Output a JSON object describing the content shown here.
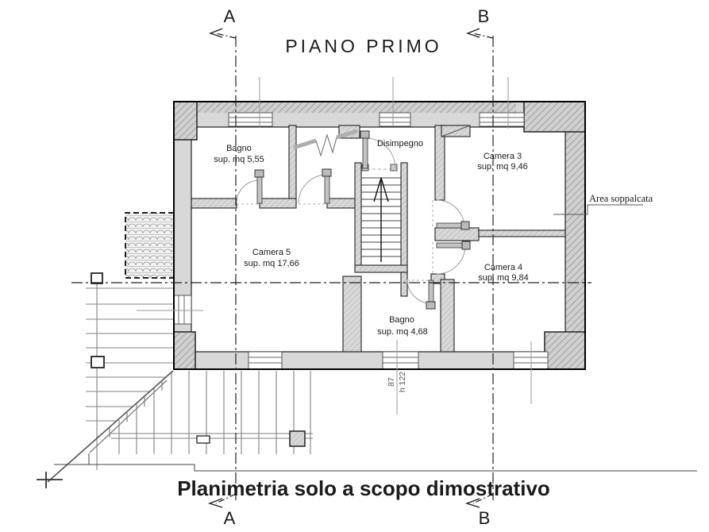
{
  "title": "PIANO PRIMO",
  "footer": "Planimetria solo a scopo dimostrativo",
  "section": {
    "a": "A",
    "b": "B"
  },
  "rooms": {
    "bagno1": {
      "name": "Bagno",
      "area": "sup. mq 5,55"
    },
    "disimpegno": {
      "name": "Disimpegno"
    },
    "camera3": {
      "name": "Camera 3",
      "area": "sup. mq 9,46"
    },
    "camera5": {
      "name": "Camera 5",
      "area": "sup. mq 17,66"
    },
    "camera4": {
      "name": "Camera 4",
      "area": "sup. mq 9,84"
    },
    "bagno2": {
      "name": "Bagno",
      "area": "sup. mq 4,68"
    }
  },
  "annotations": {
    "area_soppalcata": "Area soppalcata",
    "dim_width": "87",
    "dim_height": "h 122"
  },
  "colors": {
    "wall_gray": "#d8d8d8",
    "line_black": "#1a1a1a",
    "dim_gray": "#9a9a9a"
  }
}
